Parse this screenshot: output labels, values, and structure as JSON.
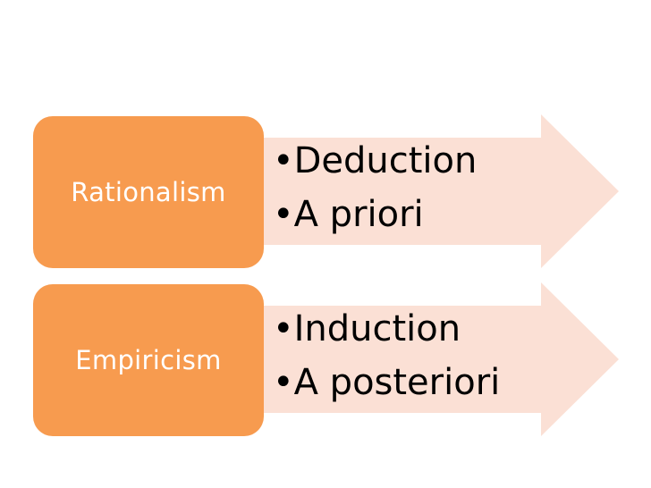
{
  "diagram": {
    "colors": {
      "label_fill": "#f79b4f",
      "arrow_fill": "#fbe0d5",
      "label_text": "#ffffff",
      "bullet_text": "#000000"
    },
    "rows": [
      {
        "label": "Rationalism",
        "bullets": [
          "•Deduction",
          "•A priori"
        ]
      },
      {
        "label": "Empiricism",
        "bullets": [
          "•Induction",
          "•A posteriori"
        ]
      }
    ]
  }
}
